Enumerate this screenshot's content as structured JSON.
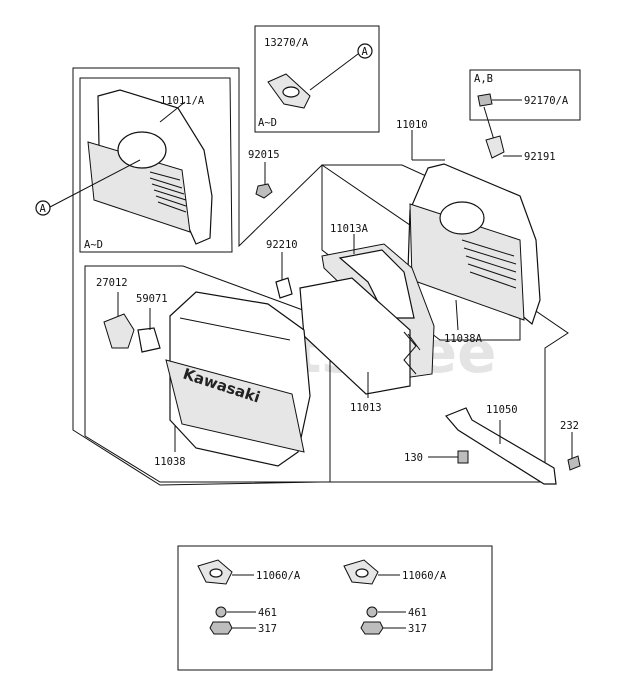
{
  "watermark": "PartsTree",
  "brand_text": "Kawasaki",
  "callout_letter": "A",
  "labels": {
    "p13270": "13270/A",
    "range_ad_top": "A~D",
    "ab_box": "A,B",
    "p92170": "92170/A",
    "p92191": "92191",
    "p11011": "11011/A",
    "range_ad_left": "A~D",
    "p11010": "11010",
    "p92015": "92015",
    "p11013a": "11013A",
    "p92210": "92210",
    "p27012": "27012",
    "p59071": "59071",
    "p11038a": "11038A",
    "p11013": "11013",
    "p11050": "11050",
    "p232": "232",
    "p130": "130",
    "p11038": "11038",
    "p11060_left": "11060/A",
    "p461_left": "461",
    "p317_left": "317",
    "p11060_right": "11060/A",
    "p461_right": "461",
    "p317_right": "317"
  }
}
